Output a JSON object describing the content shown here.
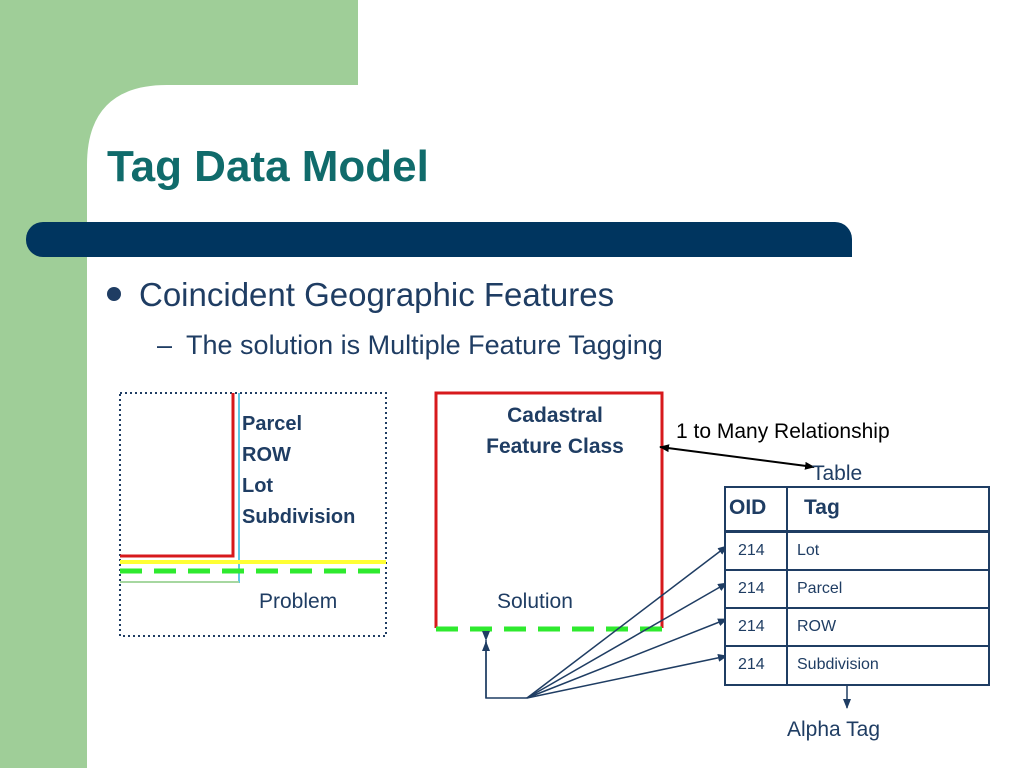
{
  "slide": {
    "title": "Tag Data Model",
    "bullet": "Coincident Geographic Features",
    "subbullet_dash": "–",
    "subbullet": "The solution is Multiple Feature Tagging"
  },
  "problem": {
    "labels": [
      "Parcel",
      "ROW",
      "Lot",
      "Subdivision"
    ],
    "caption": "Problem"
  },
  "solution": {
    "class_line1": "Cadastral",
    "class_line2": "Feature Class",
    "caption": "Solution"
  },
  "relationship_label": "1 to Many Relationship",
  "table": {
    "label": "Table",
    "headers": [
      "OID",
      "Tag"
    ],
    "rows": [
      {
        "oid": "214",
        "tag": "Lot"
      },
      {
        "oid": "214",
        "tag": "Parcel"
      },
      {
        "oid": "214",
        "tag": "ROW"
      },
      {
        "oid": "214",
        "tag": "Subdivision"
      }
    ]
  },
  "alpha_tag_label": "Alpha Tag",
  "colors": {
    "background_green": "#9fce98",
    "title_teal": "#106b6b",
    "navy_bar": "#00355f",
    "text_navy": "#1f3d63",
    "parcel_red": "#d7191c",
    "row_cyan": "#5ec8e6",
    "lot_yellow": "#ffff33",
    "subdivision_green_dash": "#2eea2e"
  }
}
